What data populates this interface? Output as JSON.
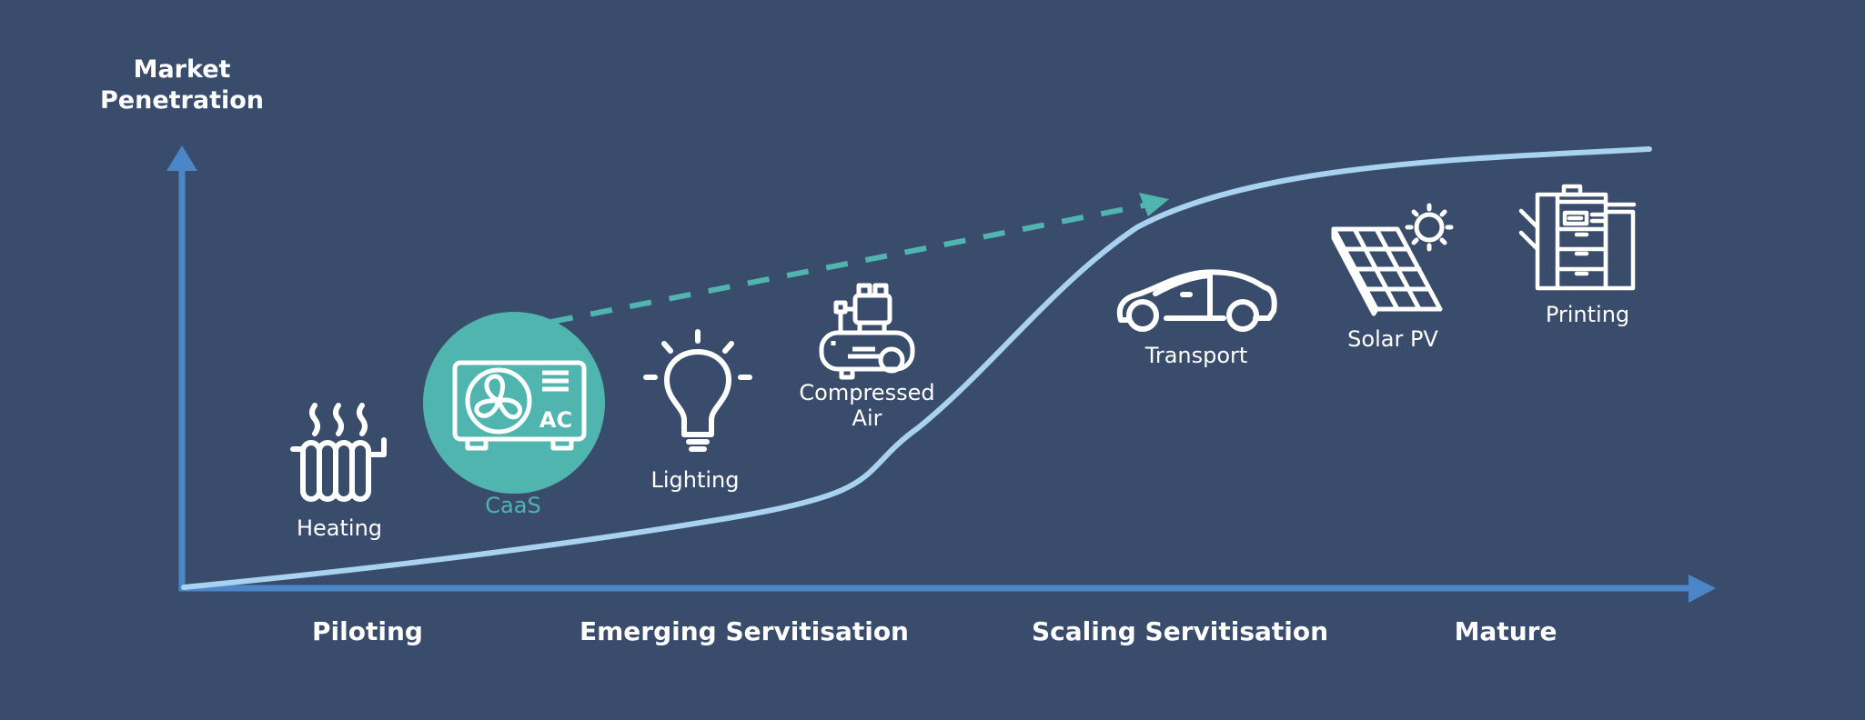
{
  "diagram": {
    "y_axis_title_line1": "Market",
    "y_axis_title_line2": "Penetration",
    "stages": [
      {
        "label": "Piloting"
      },
      {
        "label": "Emerging Servitisation"
      },
      {
        "label": "Scaling Servitisation"
      },
      {
        "label": "Mature"
      }
    ],
    "items": [
      {
        "label": "Heating",
        "icon": "radiator-icon",
        "highlighted": false
      },
      {
        "label": "CaaS",
        "icon": "air-conditioner-icon",
        "icon_text": "AC",
        "highlighted": true
      },
      {
        "label": "Lighting",
        "icon": "light-bulb-icon",
        "highlighted": false
      },
      {
        "label_line1": "Compressed",
        "label_line2": "Air",
        "icon": "air-compressor-icon",
        "highlighted": false
      },
      {
        "label": "Transport",
        "icon": "car-icon",
        "highlighted": false
      },
      {
        "label": "Solar PV",
        "icon": "solar-panel-icon",
        "highlighted": false
      },
      {
        "label": "Printing",
        "icon": "printer-icon",
        "highlighted": false
      }
    ],
    "colors": {
      "background": "#3a4c6b",
      "axis": "#4a86c8",
      "curve": "#a8d3f0",
      "accent_teal": "#4fb5ae",
      "icon_stroke": "#ffffff"
    },
    "curve_description": "S-curve of market penetration across servitisation stages",
    "dashed_arrow_description": "Teal dashed arrow from CaaS toward Scaling Servitisation"
  }
}
